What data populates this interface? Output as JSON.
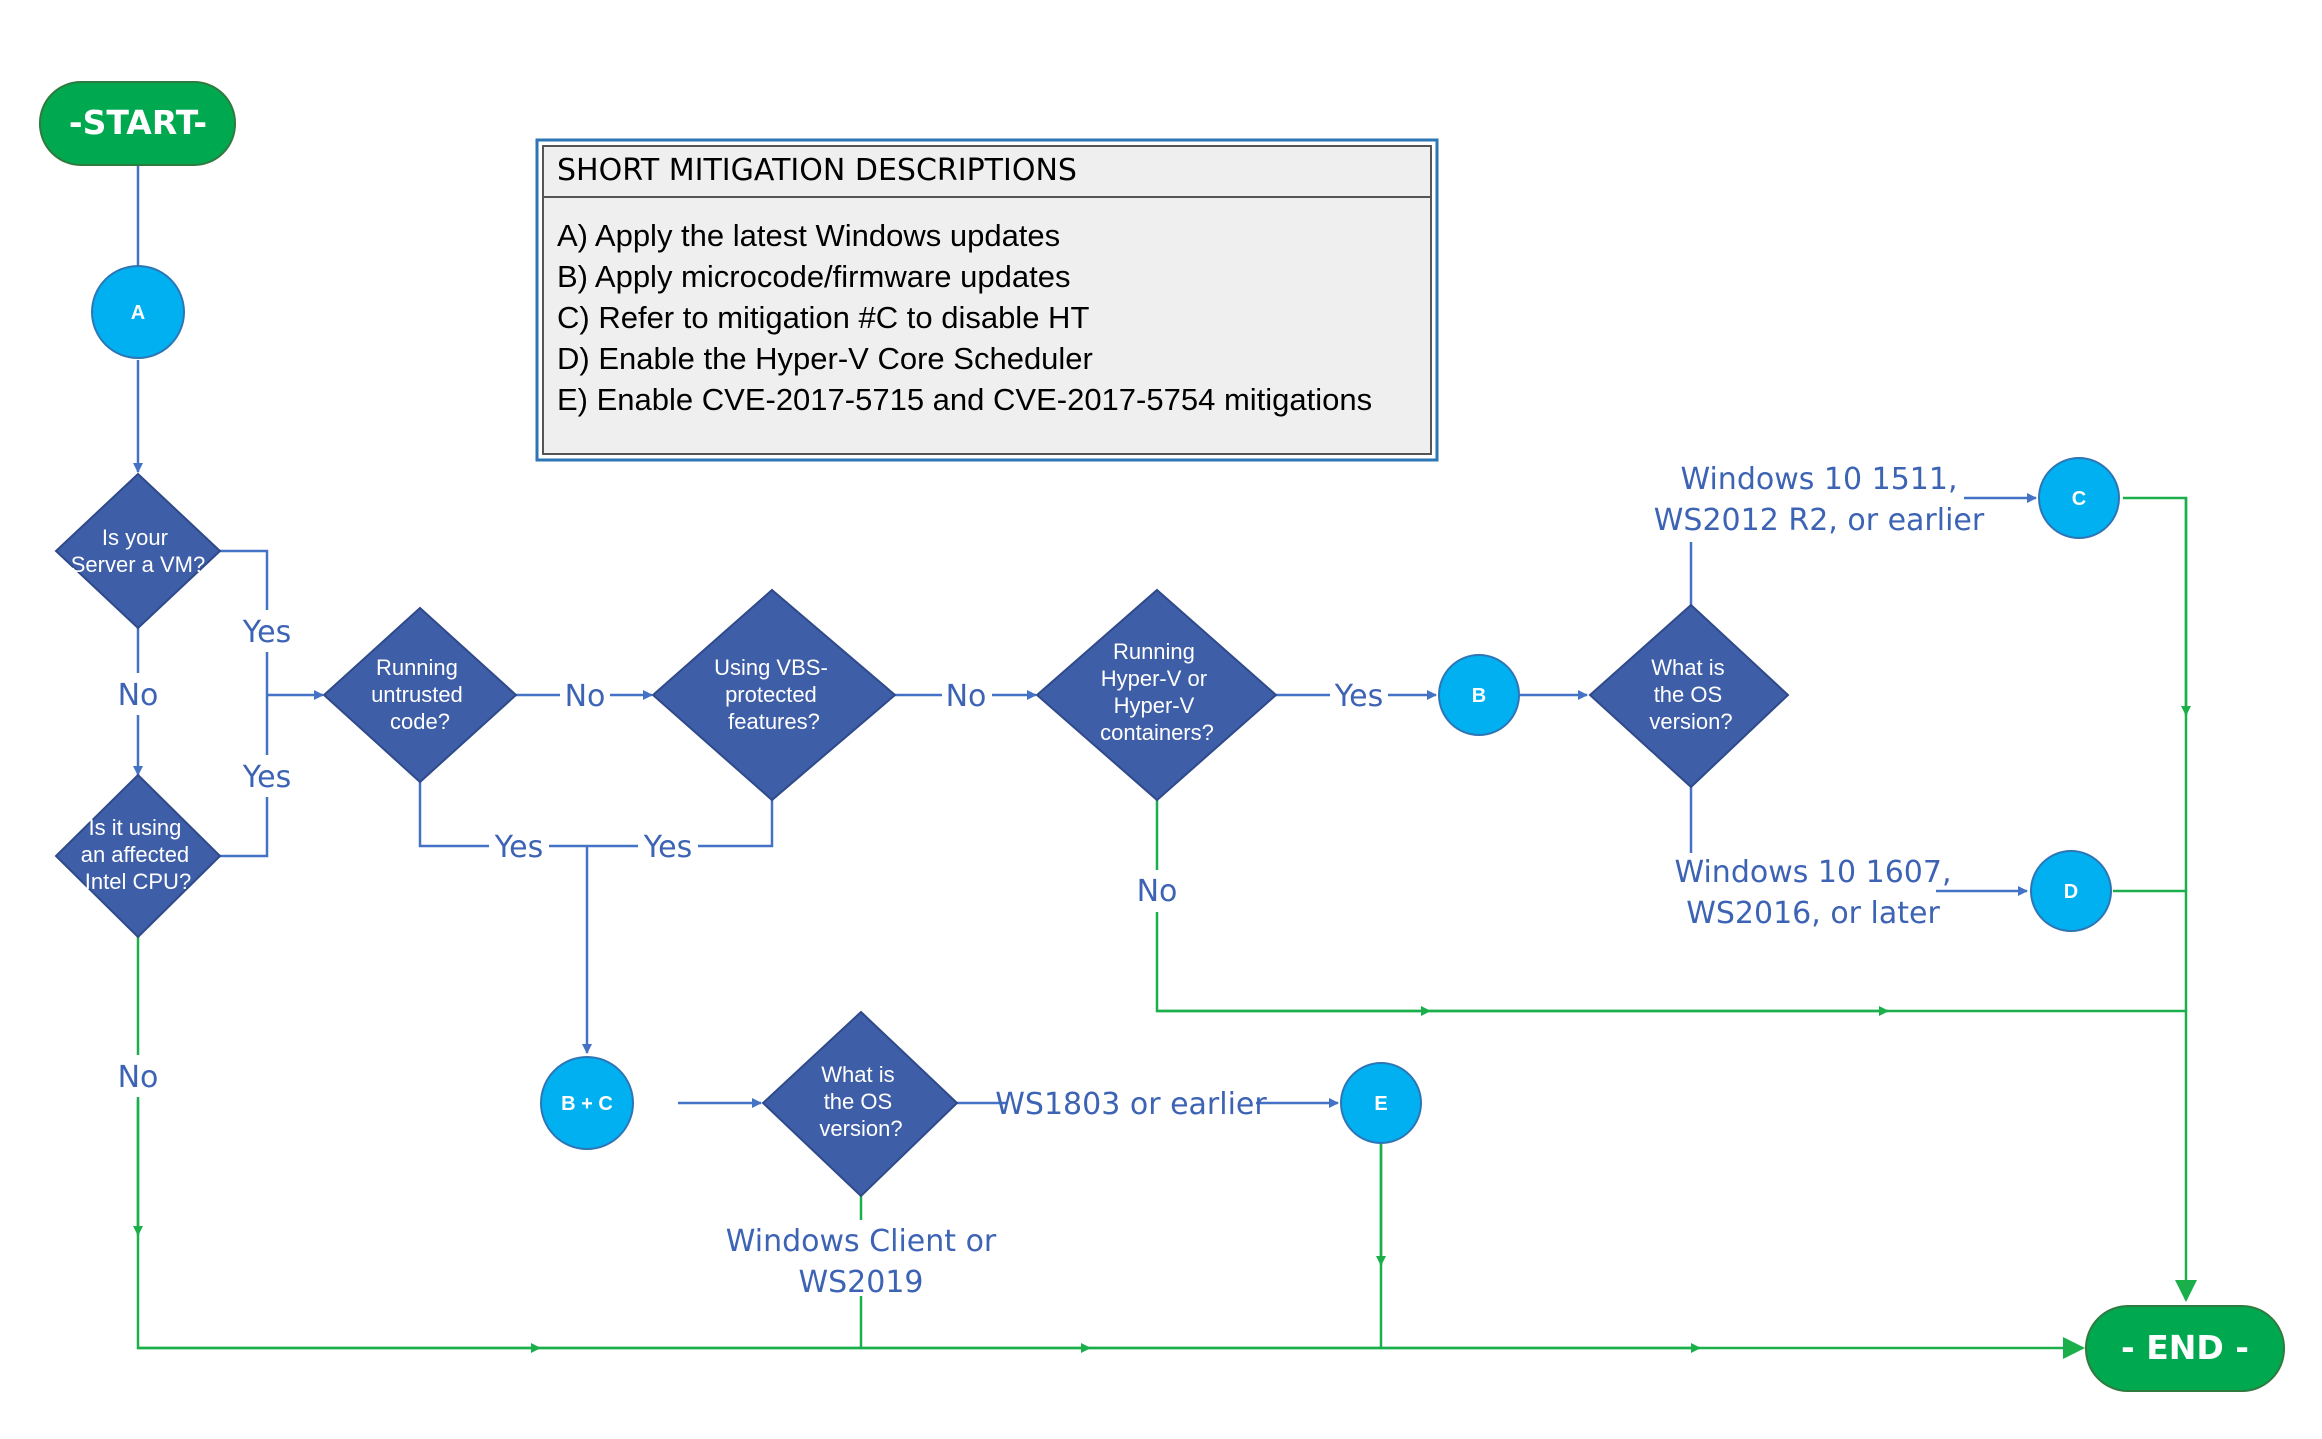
{
  "colors": {
    "decision": "#3f5ea8",
    "connector": "#00b0f0",
    "terminal": "#00a94f",
    "blue_line": "#4472c4",
    "green_line": "#1aaf4a",
    "edge_text": "#3d63b4"
  },
  "terminals": {
    "start": "-START-",
    "end": "- END -"
  },
  "connectors": {
    "a": "A",
    "b": "B",
    "c": "C",
    "d": "D",
    "e": "E",
    "bc": "B + C"
  },
  "decisions": {
    "server_vm": [
      "Is your",
      "Server a VM?"
    ],
    "intel_cpu": [
      "Is it using",
      "an affected",
      "Intel CPU?"
    ],
    "untrusted": [
      "Running",
      "untrusted",
      "code?"
    ],
    "vbs": [
      "Using VBS-",
      "protected",
      "features?"
    ],
    "hyperv": [
      "Running",
      "Hyper-V or",
      "Hyper-V",
      "containers?"
    ],
    "os_upper": [
      "What is",
      "the OS",
      "version?"
    ],
    "os_lower": [
      "What is",
      "the OS",
      "version?"
    ]
  },
  "edge_labels": {
    "vm_yes": "Yes",
    "vm_no": "No",
    "cpu_yes": "Yes",
    "cpu_no": "No",
    "untrusted_no": "No",
    "untrusted_yes": "Yes",
    "vbs_no": "No",
    "vbs_yes": "Yes",
    "hyperv_yes": "Yes",
    "hyperv_no": "No",
    "win_old": [
      "Windows 10 1511,",
      "WS2012 R2, or earlier"
    ],
    "win_new": [
      "Windows 10 1607,",
      "WS2016, or later"
    ],
    "ws1803": "WS1803 or earlier",
    "ws2019": [
      "Windows Client or",
      "WS2019"
    ]
  },
  "mitigations": {
    "title": "SHORT MITIGATION DESCRIPTIONS",
    "items": [
      "A) Apply the latest Windows updates",
      "B) Apply microcode/firmware updates",
      "C) Refer to mitigation #C to disable HT",
      "D) Enable the Hyper-V Core Scheduler",
      "E)  Enable CVE-2017-5715 and CVE-2017-5754 mitigations"
    ]
  }
}
